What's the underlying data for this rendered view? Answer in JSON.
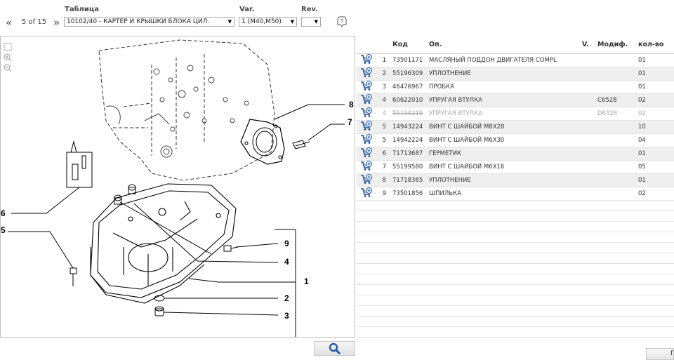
{
  "header": {
    "table_label": "Таблица",
    "var_label": "Var.",
    "rev_label": "Rev.",
    "page_counter": "5 of 15",
    "prev_icon": "«",
    "next_icon": "»",
    "table_select_value": "10102/40 - КАРТЕР И КРЫШКИ БЛОКА ЦИЛ.",
    "var_select_value": "1 (M40,M50)",
    "rev_select_value": ""
  },
  "diagram": {
    "callouts": [
      "8",
      "7",
      "6",
      "5",
      "9",
      "4",
      "1",
      "2",
      "3"
    ]
  },
  "table": {
    "columns": [
      "",
      "",
      "Код",
      "Оп.",
      "V.",
      "Модиф.",
      "кол-во"
    ],
    "rows": [
      {
        "pos": "1",
        "code": "73501171",
        "desc": "МАСЛЯНЫЙ ПОДДОН ДВИГАТЕЛЯ COMPL",
        "v": "",
        "mod": "",
        "qty": "01",
        "struck": false
      },
      {
        "pos": "2",
        "code": "55196309",
        "desc": "УПЛОТНЕНИЕ",
        "v": "",
        "mod": "",
        "qty": "01",
        "struck": false
      },
      {
        "pos": "3",
        "code": "46476967",
        "desc": "ПРОБКА",
        "v": "",
        "mod": "",
        "qty": "01",
        "struck": false
      },
      {
        "pos": "4",
        "code": "60622010",
        "desc": "УПРУГАЯ ВТУЛКА",
        "v": "",
        "mod": "C6528",
        "qty": "02",
        "struck": false
      },
      {
        "pos": "4",
        "code": "55190219",
        "desc": "УПРУГАЯ ВТУЛКА",
        "v": "",
        "mod": "D6528",
        "qty": "02",
        "struck": true
      },
      {
        "pos": "5",
        "code": "14943224",
        "desc": "ВИНТ С ШАЙБОЙ M8X28",
        "v": "",
        "mod": "",
        "qty": "10",
        "struck": false
      },
      {
        "pos": "5",
        "code": "14942224",
        "desc": "ВИНТ С ШАЙБОЙ M6X30",
        "v": "",
        "mod": "",
        "qty": "04",
        "struck": false
      },
      {
        "pos": "6",
        "code": "71713687",
        "desc": "ГЕРМЕТИК",
        "v": "",
        "mod": "",
        "qty": "01",
        "struck": false
      },
      {
        "pos": "7",
        "code": "55199580",
        "desc": "ВИНТ С ШАЙБОЙ M6X16",
        "v": "",
        "mod": "",
        "qty": "05",
        "struck": false
      },
      {
        "pos": "8",
        "code": "71718365",
        "desc": "УПЛОТНЕНИЕ",
        "v": "",
        "mod": "",
        "qty": "01",
        "struck": false
      },
      {
        "pos": "9",
        "code": "73501856",
        "desc": "ШПИЛЬКА",
        "v": "",
        "mod": "",
        "qty": "02",
        "struck": false
      }
    ]
  },
  "footer": {
    "next_page_label": "П"
  },
  "colors": {
    "cart_icon": "#1b4f9c",
    "cart_plus": "#3a8ad6",
    "row_alt": "#efefef",
    "search_icon": "#1f5aa8"
  },
  "icons": {
    "prev": "double-chevron-left-icon",
    "next": "double-chevron-right-icon",
    "help": "help-info-icon",
    "zoom_fit": "zoom-fit-icon",
    "zoom_in": "zoom-in-icon",
    "zoom_out": "zoom-out-icon",
    "cart": "add-to-cart-icon",
    "search": "search-icon"
  }
}
